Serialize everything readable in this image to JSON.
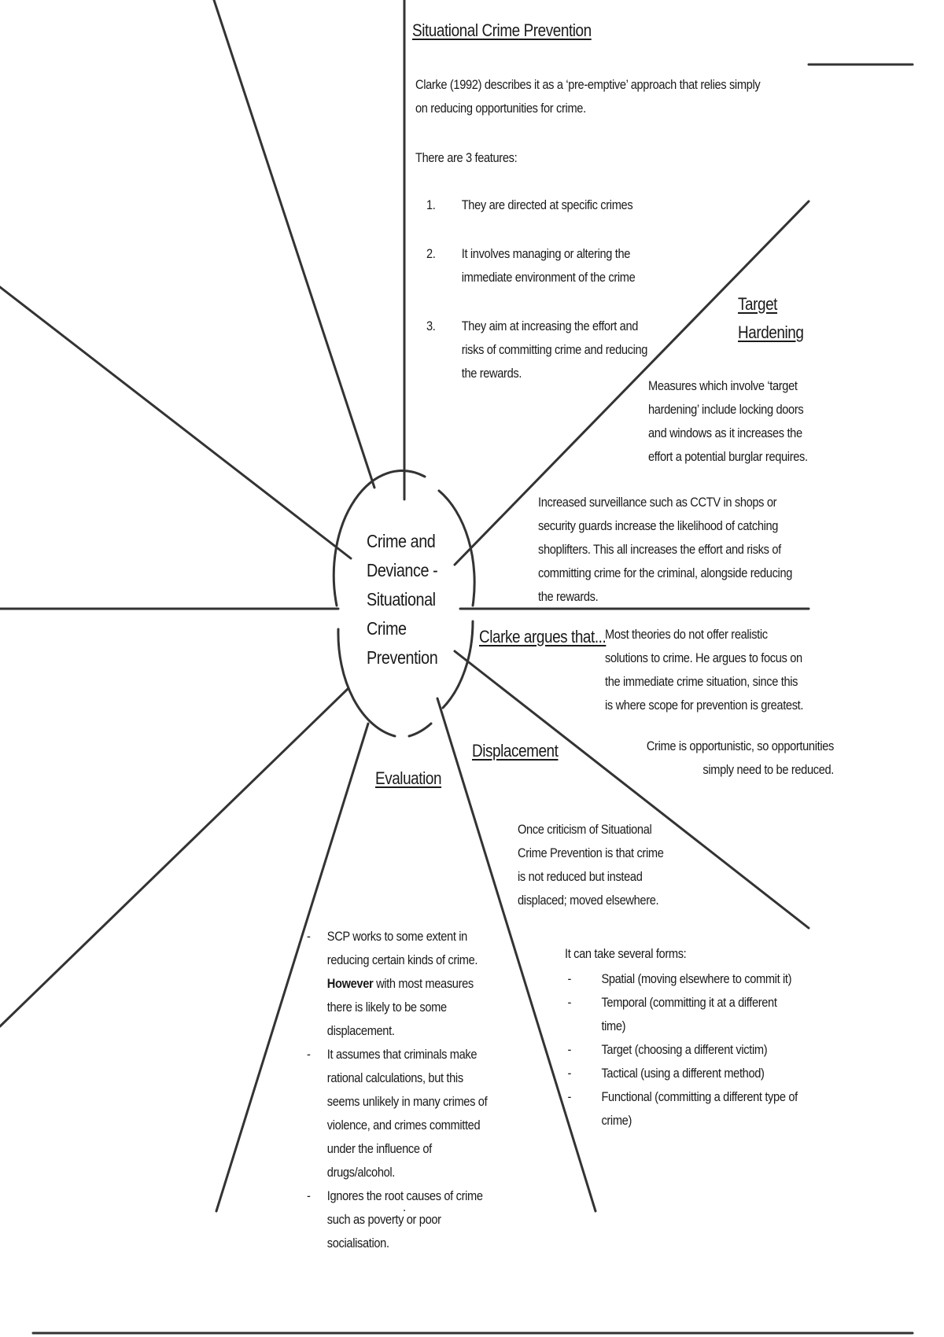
{
  "center": {
    "lines": [
      "Crime and",
      "Deviance -",
      "Situational",
      "Crime",
      "Prevention"
    ]
  },
  "scp": {
    "heading": "Situational Crime Prevention",
    "intro": "Clarke (1992) describes it as a ‘pre-emptive’ approach that relies simply on reducing opportunities for crime.",
    "features_intro": "There are 3 features:",
    "features": [
      {
        "num": "1.",
        "text": "They are directed at specific crimes"
      },
      {
        "num": "2.",
        "text": "It involves managing or altering the immediate environment of the crime"
      },
      {
        "num": "3.",
        "text": "They aim at increasing the effort and risks of committing crime and reducing the rewards."
      }
    ]
  },
  "target": {
    "heading_line1": "Target",
    "heading_line2": "Hardening",
    "para1": "Measures which involve ‘target hardening’ include locking doors and windows as it increases the effort a potential burglar requires.",
    "para2": "Increased surveillance such as CCTV in shops or security guards increase the likelihood of catching shoplifters. This all increases the effort and risks of committing crime for the criminal, alongside reducing the rewards."
  },
  "clarke": {
    "heading": "Clarke argues that...",
    "para1": "Most theories do not offer realistic solutions to crime. He argues to focus on the immediate crime situation, since this is where scope for prevention is greatest.",
    "para2": "Crime is opportunistic, so opportunities simply need to be reduced."
  },
  "displacement": {
    "heading": "Displacement",
    "para1": "Once criticism of Situational Crime Prevention is that crime is not reduced but instead displaced; moved elsewhere.",
    "forms_intro": "It can take several forms:",
    "forms": [
      "Spatial (moving elsewhere to commit it)",
      "Temporal (committing it at a different time)",
      "Target (choosing a different victim)",
      "Tactical (using a different method)",
      "Functional (committing a different type of crime)"
    ]
  },
  "evaluation": {
    "heading": "Evaluation",
    "point1_a": "SCP works to some extent in reducing certain kinds of crime. ",
    "point1_bold": "However",
    "point1_b": " with most measures there is likely to be some displacement.",
    "point2": "It assumes that criminals make rational calculations, but this seems unlikely in many crimes of violence, and crimes committed under the influence of drugs/alcohol.",
    "point3": "Ignores the root causes of crime such as poverty or poor socialisation.",
    "trailing_mark": "."
  },
  "colors": {
    "ink": "#1a1a1a",
    "line": "#333333"
  }
}
